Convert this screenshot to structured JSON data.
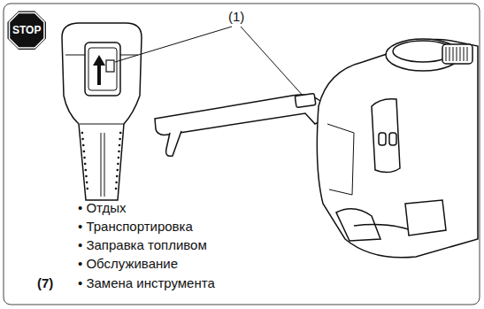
{
  "diagram": {
    "nodes": [
      {
        "text": [
          "STOP"
        ]
      }
    ],
    "labels": [
      "(1)",
      "• Отдых",
      "• Транспортировка",
      "• Заправка топливом",
      "• Обслуживание",
      "(7)",
      "• Замена инструмента"
    ]
  }
}
